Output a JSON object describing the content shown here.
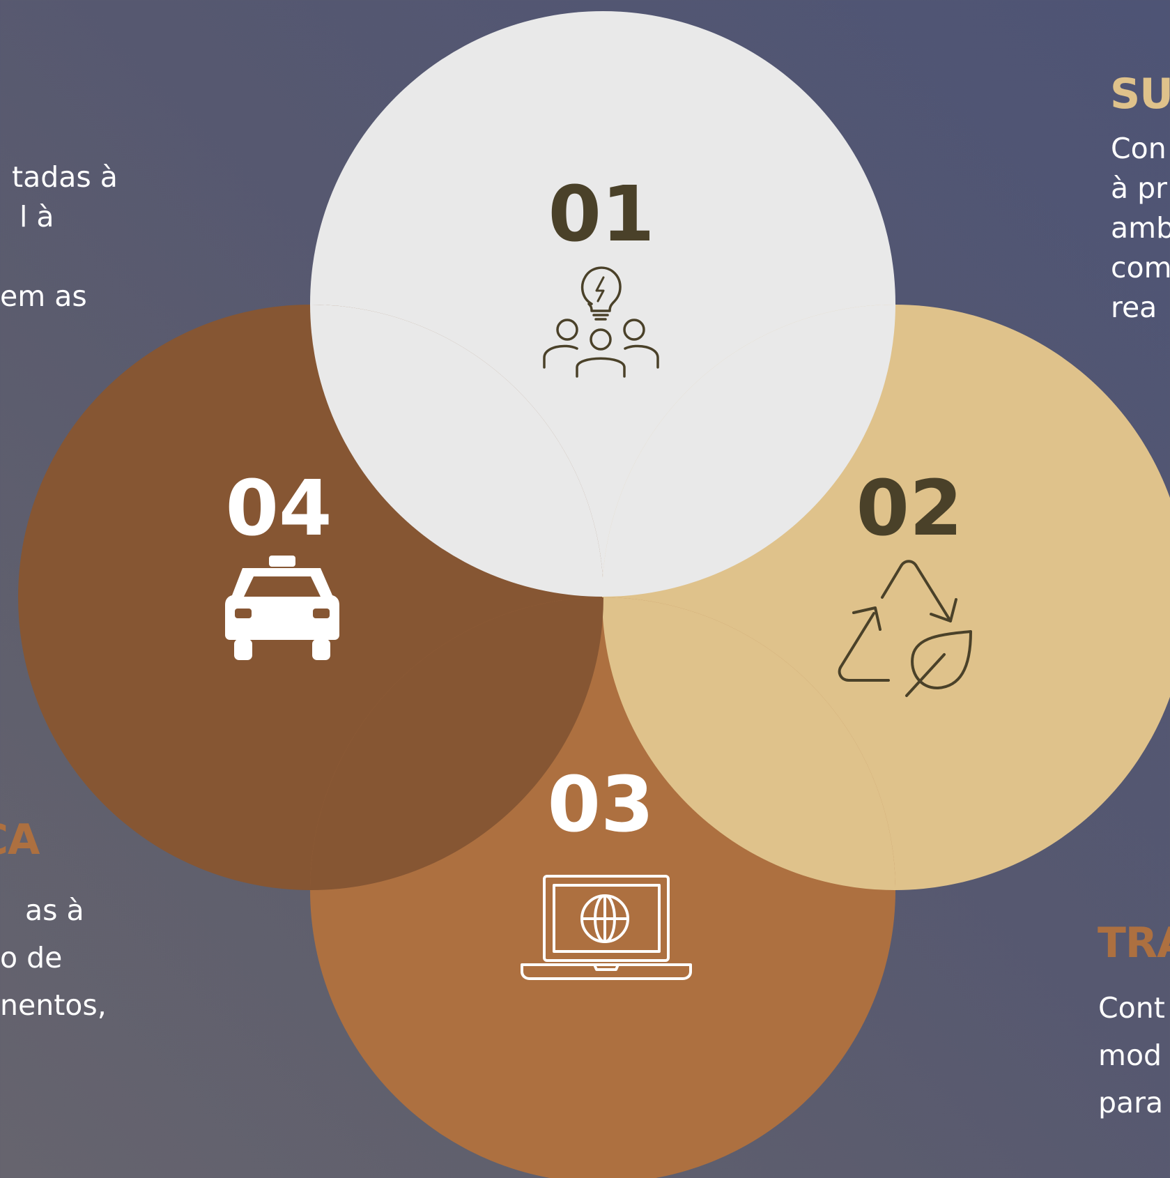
{
  "colors": {
    "circle_01": "#e9e9e9",
    "circle_02": "#dfc28b",
    "circle_03": "#ad7040",
    "circle_04": "#865633",
    "dark_text": "#4a4129",
    "white_text": "#ffffff",
    "heading_gold": "#dfc28b",
    "heading_copper": "#ad7040"
  },
  "circles": [
    {
      "number": "01",
      "icon": "lightbulb-team-icon"
    },
    {
      "number": "02",
      "icon": "recycle-leaf-icon"
    },
    {
      "number": "03",
      "icon": "laptop-globe-icon"
    },
    {
      "number": "04",
      "icon": "taxi-car-icon"
    }
  ],
  "left_top_text": [
    "tadas à",
    "l à",
    "",
    "em as"
  ],
  "left_bottom_heading": "CA",
  "left_bottom_text": [
    "as à",
    "o de",
    "nentos,"
  ],
  "right_top_heading": "SUS",
  "right_top_text": [
    "Con",
    "à pr",
    "amb",
    "com",
    "rea"
  ],
  "right_bottom_heading": "TRA",
  "right_bottom_text": [
    "Cont",
    "mod",
    "para"
  ]
}
